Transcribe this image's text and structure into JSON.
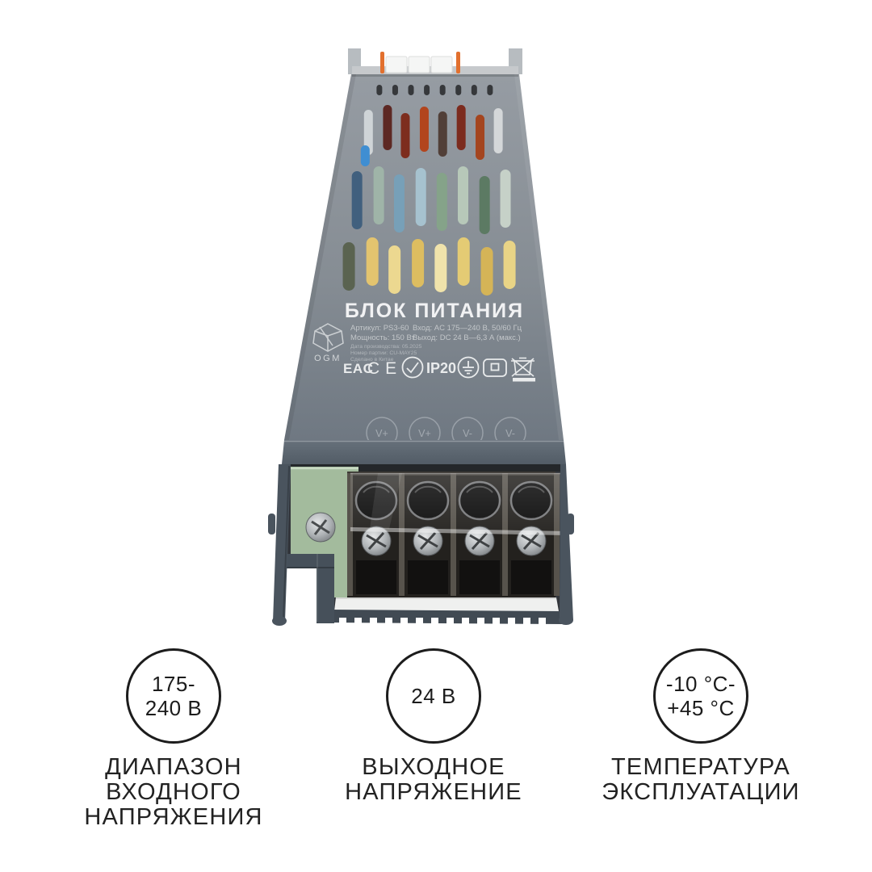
{
  "device": {
    "title": "БЛОК ПИТАНИЯ",
    "brand": "OGM",
    "specs_left": [
      "Артикул: PS3-60",
      "Мощность: 150 Вт"
    ],
    "specs_right": [
      "Вход: AC 175—240 В, 50/60 Гц",
      "Выход: DC 24 В—6,3 А (макс.)"
    ],
    "meta": [
      "Дата производства: 05.2025",
      "Номер партии: CU-MAY25",
      "Сделано в Китае"
    ],
    "certs": {
      "eac": "EAC",
      "ce": "CE",
      "ip": "IP20"
    },
    "cert_icons": [
      "eac-mark",
      "ce-mark",
      "certified-check-icon",
      "ip20-rating",
      "earth-ground-icon",
      "class-ii-insulation-icon",
      "weee-no-trash-icon"
    ],
    "terminal_labels": [
      "V+",
      "V+",
      "V-",
      "V-"
    ],
    "vent_colors": {
      "top_row": "#36383b",
      "extra_slot": "#3f8ed2",
      "bands": [
        [
          "#cfd4d7",
          "#5d2823",
          "#7d2d1e",
          "#b2451d",
          "#513f38",
          "#7c2b1e",
          "#a4451f",
          "#d4d7d9"
        ],
        [
          "#41607e",
          "#9fb4a8",
          "#77a0b8",
          "#a6c2cf",
          "#85a389",
          "#b7c8b9",
          "#5c7a63",
          "#c6d1c8"
        ],
        [
          "#5a6350",
          "#e3c46f",
          "#ecd890",
          "#ddbd60",
          "#f0e3ab",
          "#e4cb74",
          "#d5b457",
          "#e9d486"
        ]
      ]
    }
  },
  "badges": [
    {
      "value": "175-\n240 В",
      "label": "ДИАПАЗОН\nВХОДНОГО\nНАПРЯЖЕНИЯ"
    },
    {
      "value": "24 В",
      "label": "ВЫХОДНОЕ\nНАПРЯЖЕНИЕ"
    },
    {
      "value": "-10 °C-\n+45 °C",
      "label": "ТЕМПЕРАТУРА\nЭКСПЛУАТАЦИИ"
    }
  ],
  "colors": {
    "page_background": "#ffffff",
    "body_gray": "#878E95",
    "end_cap": "#5d6771",
    "housing_slate": "#4a545e",
    "pcb_green": "#a3bb9d",
    "pin_orange": "#e2702e",
    "badge_stroke": "#1c1c1c",
    "label_text": "#222222",
    "print_white": "#ebedee"
  }
}
